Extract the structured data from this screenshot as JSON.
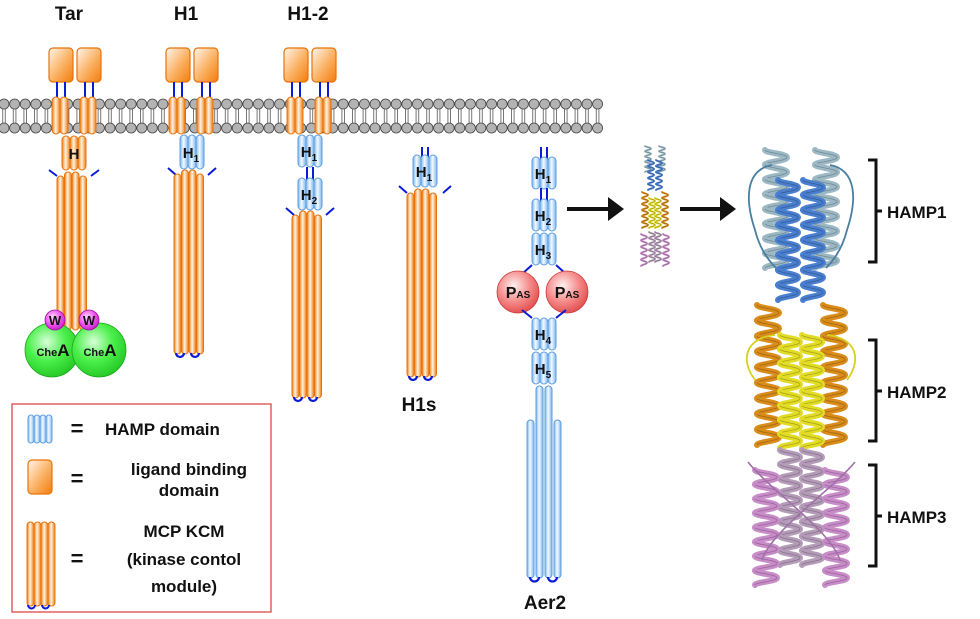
{
  "figure": {
    "constructs": [
      {
        "id": "tar",
        "label": "Tar",
        "type": "receptor",
        "hamp": [
          "H"
        ],
        "hamp_color": "orange",
        "kcm_color": "orange",
        "chea": true
      },
      {
        "id": "h1",
        "label": "H1",
        "type": "receptor",
        "hamp": [
          "H1"
        ],
        "hamp_color": "blue",
        "kcm_color": "orange"
      },
      {
        "id": "h1-2",
        "label": "H1-2",
        "type": "receptor",
        "hamp": [
          "H1",
          "H2"
        ],
        "hamp_color": "blue",
        "kcm_color": "orange"
      },
      {
        "id": "h1s",
        "label": "H1s",
        "type": "soluble",
        "hamp": [
          "H1"
        ],
        "hamp_color": "blue",
        "kcm_color": "orange"
      },
      {
        "id": "aer2",
        "label": "Aer2",
        "type": "soluble",
        "hamp": [
          "H1",
          "H2",
          "H3",
          "H4",
          "H5"
        ],
        "hamp_color": "blue",
        "kcm_color": "blue",
        "pas": [
          "PAS",
          "PAS"
        ]
      }
    ],
    "chea": {
      "w_label": "W",
      "chea_prefix": "Che",
      "chea_letter": "A"
    },
    "pas_label": {
      "P": "P",
      "sub": "AS"
    },
    "structure_labels": [
      "HAMP1",
      "HAMP2",
      "HAMP3"
    ],
    "legend": {
      "equals": "=",
      "items": [
        {
          "icon": "hamp-domain-icon",
          "lines": [
            "HAMP domain"
          ]
        },
        {
          "icon": "ligand-binding-domain-icon",
          "lines": [
            "ligand binding",
            "domain"
          ]
        },
        {
          "icon": "kcm-icon",
          "lines": [
            "MCP KCM",
            "(kinase contol",
            "module)"
          ]
        }
      ]
    },
    "colors": {
      "orange": "#f7941d",
      "orange_dark": "#e8730a",
      "blue": "#8ec2f2",
      "blue_dark": "#5d9ee0",
      "linker": "#0b1bd6",
      "membrane": "#b3b3b3",
      "chea_green": "#3ee83e",
      "w_magenta": "#e040e0",
      "pas_red": "#f06a6a",
      "legend_border": "#e06060",
      "hamp1_helix": "#9bb8c4",
      "hamp1_core": "#4a7fd0",
      "hamp2_outer": "#d98c1a",
      "hamp2_core": "#e2dc25",
      "hamp3_outer": "#c88cc8",
      "hamp3_core": "#b49cb8"
    }
  }
}
